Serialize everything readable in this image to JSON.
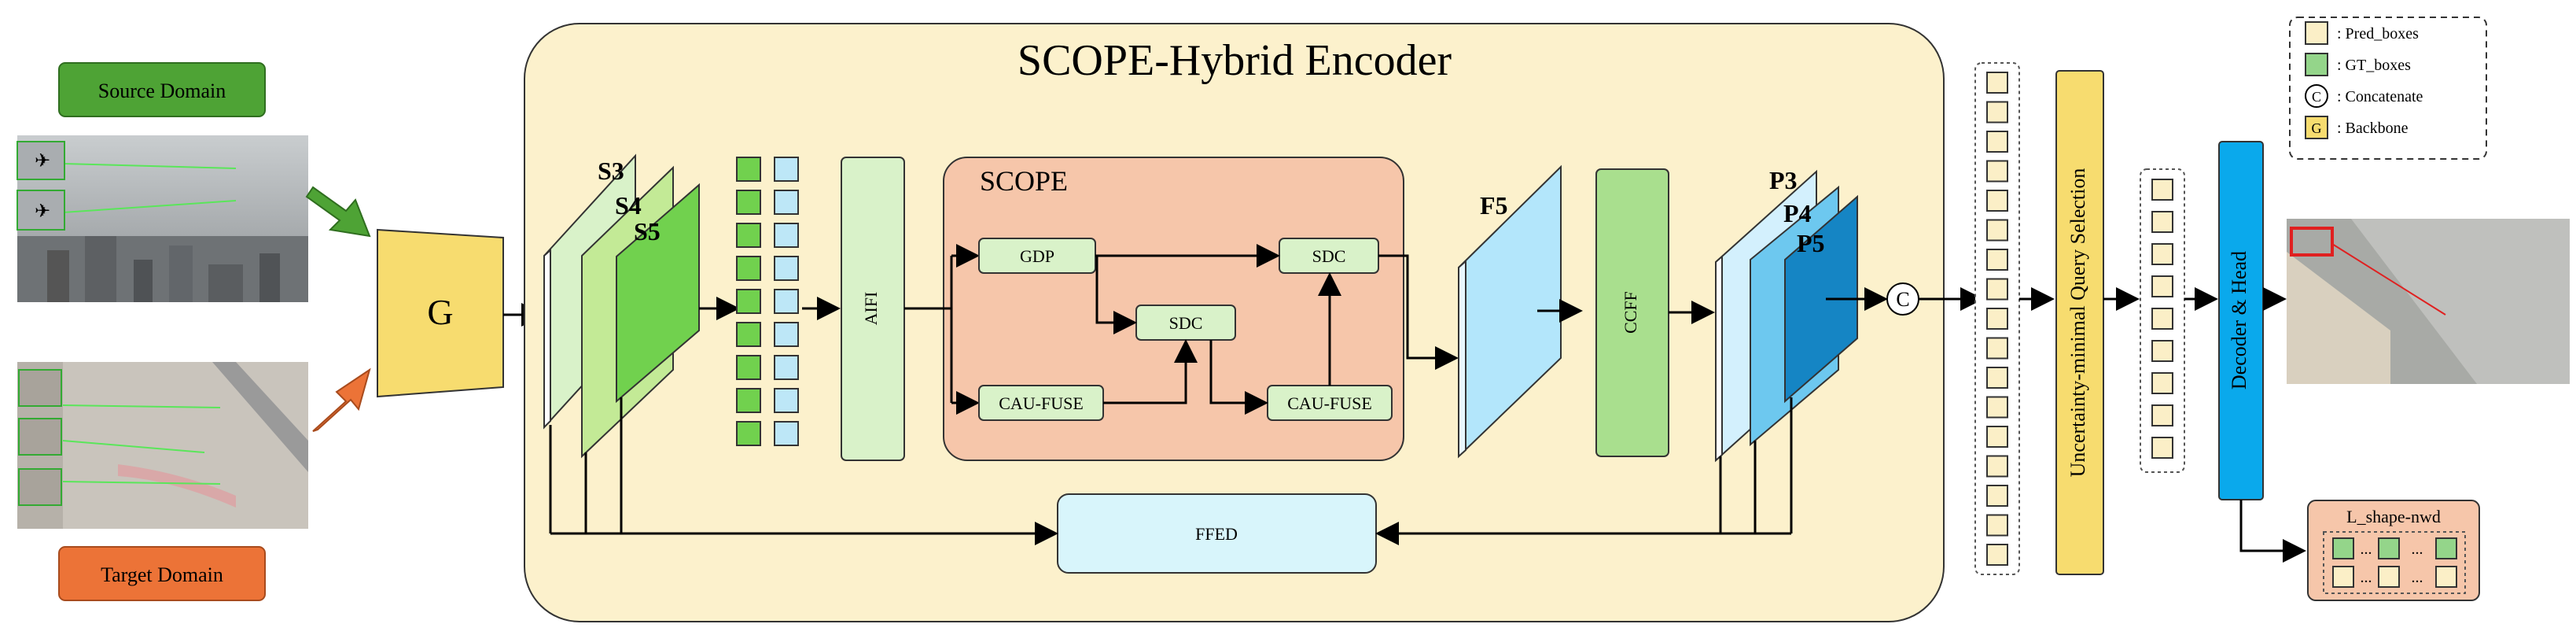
{
  "source_domain": {
    "label": "Source Domain",
    "color": "#4ea335"
  },
  "target_domain": {
    "label": "Target Domain",
    "color": "#ec7337"
  },
  "generator": {
    "label": "G",
    "color": "#f7dc6f"
  },
  "encoder": {
    "title": "SCOPE-Hybrid Encoder",
    "background": "#fcf1cc",
    "stages": [
      "S3",
      "S4",
      "S5"
    ],
    "aifi": "AIFI",
    "scope": {
      "title": "SCOPE",
      "background": "#f6c6aa",
      "gdp": "GDP",
      "sdc_mid": "SDC",
      "sdc_top": "SDC",
      "cau_fuse_left": "CAU-FUSE",
      "cau_fuse_right": "CAU-FUSE"
    },
    "f5": "F5",
    "ccff": "CCFF",
    "pyramid": [
      "P3",
      "P4",
      "P5"
    ],
    "ffed": "FFED"
  },
  "concat_symbol": "C",
  "query_selection": "Uncertainty-minimal Query Selection",
  "decoder": "Decoder & Head",
  "loss": "L_shape-nwd",
  "loss_ellipsis": "...",
  "legend": [
    {
      "symbol": "",
      "text": ": Pred_boxes",
      "color": "#fbefc7"
    },
    {
      "symbol": "",
      "text": ": GT_boxes",
      "color": "#94d58a"
    },
    {
      "symbol": "C",
      "text": ": Concatenate",
      "color": "#ffffff"
    },
    {
      "symbol": "G",
      "text": ": Backbone",
      "color": "#f7dc6f"
    }
  ]
}
